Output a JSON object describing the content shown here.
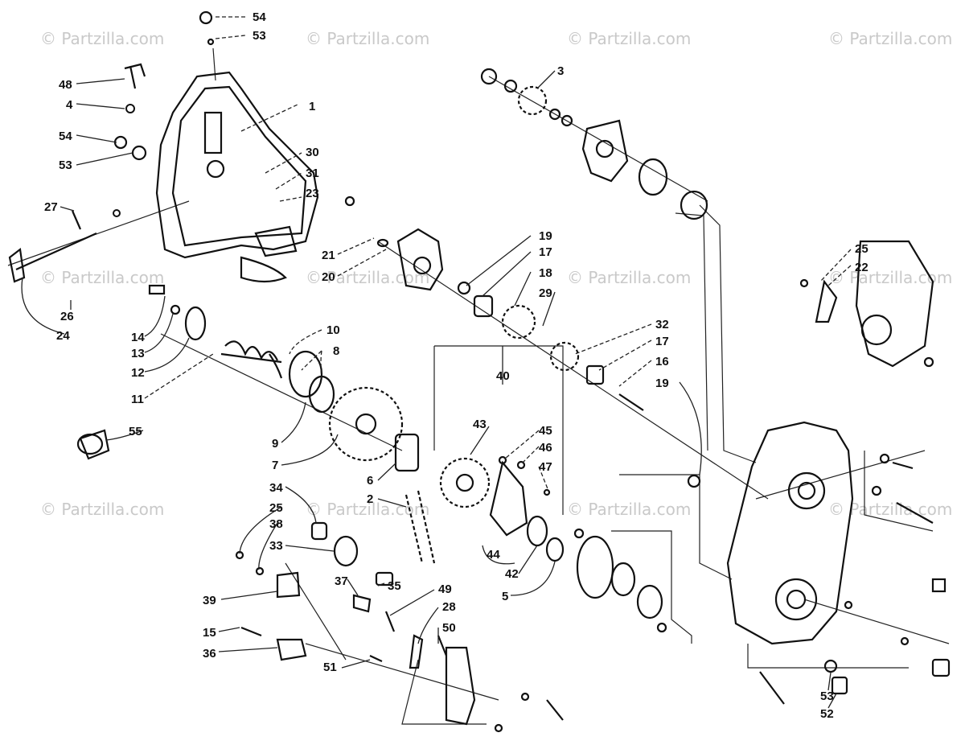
{
  "watermark": {
    "text": "© Partzilla.com"
  },
  "callouts": [
    {
      "id": "c54a",
      "label": "54"
    },
    {
      "id": "c53a",
      "label": "53"
    },
    {
      "id": "c48",
      "label": "48"
    },
    {
      "id": "c4",
      "label": "4"
    },
    {
      "id": "c54b",
      "label": "54"
    },
    {
      "id": "c53b",
      "label": "53"
    },
    {
      "id": "c1",
      "label": "1"
    },
    {
      "id": "c30",
      "label": "30"
    },
    {
      "id": "c31",
      "label": "31"
    },
    {
      "id": "c23",
      "label": "23"
    },
    {
      "id": "c27",
      "label": "27"
    },
    {
      "id": "c26",
      "label": "26"
    },
    {
      "id": "c24",
      "label": "24"
    },
    {
      "id": "c14",
      "label": "14"
    },
    {
      "id": "c13",
      "label": "13"
    },
    {
      "id": "c12",
      "label": "12"
    },
    {
      "id": "c11",
      "label": "11"
    },
    {
      "id": "c55",
      "label": "55"
    },
    {
      "id": "c10",
      "label": "10"
    },
    {
      "id": "c8",
      "label": "8"
    },
    {
      "id": "c9",
      "label": "9"
    },
    {
      "id": "c7",
      "label": "7"
    },
    {
      "id": "c21",
      "label": "21"
    },
    {
      "id": "c20",
      "label": "20"
    },
    {
      "id": "c19a",
      "label": "19"
    },
    {
      "id": "c17a",
      "label": "17"
    },
    {
      "id": "c18",
      "label": "18"
    },
    {
      "id": "c29",
      "label": "29"
    },
    {
      "id": "c3",
      "label": "3"
    },
    {
      "id": "c32",
      "label": "32"
    },
    {
      "id": "c17b",
      "label": "17"
    },
    {
      "id": "c16",
      "label": "16"
    },
    {
      "id": "c19b",
      "label": "19"
    },
    {
      "id": "c25a",
      "label": "25"
    },
    {
      "id": "c22",
      "label": "22"
    },
    {
      "id": "c40",
      "label": "40"
    },
    {
      "id": "c43",
      "label": "43"
    },
    {
      "id": "c45",
      "label": "45"
    },
    {
      "id": "c46",
      "label": "46"
    },
    {
      "id": "c47",
      "label": "47"
    },
    {
      "id": "c6",
      "label": "6"
    },
    {
      "id": "c2",
      "label": "2"
    },
    {
      "id": "c34",
      "label": "34"
    },
    {
      "id": "c25b",
      "label": "25"
    },
    {
      "id": "c38",
      "label": "38"
    },
    {
      "id": "c33",
      "label": "33"
    },
    {
      "id": "c35",
      "label": "35"
    },
    {
      "id": "c39",
      "label": "39"
    },
    {
      "id": "c44",
      "label": "44"
    },
    {
      "id": "c42",
      "label": "42"
    },
    {
      "id": "c5",
      "label": "5"
    },
    {
      "id": "c37",
      "label": "37"
    },
    {
      "id": "c49",
      "label": "49"
    },
    {
      "id": "c28",
      "label": "28"
    },
    {
      "id": "c50",
      "label": "50"
    },
    {
      "id": "c15",
      "label": "15"
    },
    {
      "id": "c36",
      "label": "36"
    },
    {
      "id": "c51",
      "label": "51"
    },
    {
      "id": "c53c",
      "label": "53"
    },
    {
      "id": "c52",
      "label": "52"
    }
  ]
}
